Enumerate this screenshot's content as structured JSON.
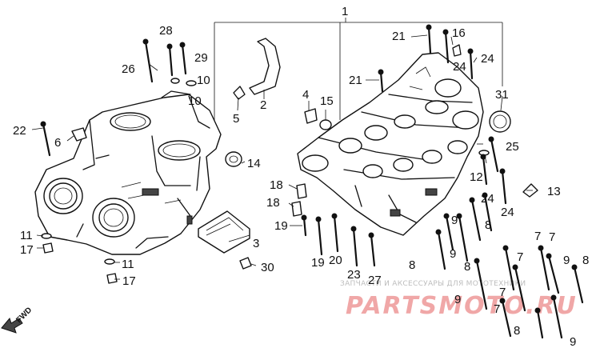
{
  "callouts": [
    {
      "id": "c1",
      "text": "1"
    },
    {
      "id": "c2",
      "text": "2"
    },
    {
      "id": "c3",
      "text": "3"
    },
    {
      "id": "c4",
      "text": "4"
    },
    {
      "id": "c5",
      "text": "5"
    },
    {
      "id": "c6",
      "text": "6"
    },
    {
      "id": "c7a",
      "text": "7"
    },
    {
      "id": "c7b",
      "text": "7"
    },
    {
      "id": "c7c",
      "text": "7"
    },
    {
      "id": "c7d",
      "text": "7"
    },
    {
      "id": "c7e",
      "text": "7"
    },
    {
      "id": "c8a",
      "text": "8"
    },
    {
      "id": "c8b",
      "text": "8"
    },
    {
      "id": "c8c",
      "text": "8"
    },
    {
      "id": "c8d",
      "text": "8"
    },
    {
      "id": "c8e",
      "text": "8"
    },
    {
      "id": "c9a",
      "text": "9"
    },
    {
      "id": "c9b",
      "text": "9"
    },
    {
      "id": "c9c",
      "text": "9"
    },
    {
      "id": "c9d",
      "text": "9"
    },
    {
      "id": "c9e",
      "text": "9"
    },
    {
      "id": "c10a",
      "text": "10"
    },
    {
      "id": "c10b",
      "text": "10"
    },
    {
      "id": "c11a",
      "text": "11"
    },
    {
      "id": "c11b",
      "text": "11"
    },
    {
      "id": "c12",
      "text": "12"
    },
    {
      "id": "c13",
      "text": "13"
    },
    {
      "id": "c14",
      "text": "14"
    },
    {
      "id": "c15",
      "text": "15"
    },
    {
      "id": "c16",
      "text": "16"
    },
    {
      "id": "c17a",
      "text": "17"
    },
    {
      "id": "c17b",
      "text": "17"
    },
    {
      "id": "c18a",
      "text": "18"
    },
    {
      "id": "c18b",
      "text": "18"
    },
    {
      "id": "c19a",
      "text": "19"
    },
    {
      "id": "c19b",
      "text": "19"
    },
    {
      "id": "c20",
      "text": "20"
    },
    {
      "id": "c21a",
      "text": "21"
    },
    {
      "id": "c21b",
      "text": "21"
    },
    {
      "id": "c22",
      "text": "22"
    },
    {
      "id": "c23",
      "text": "23"
    },
    {
      "id": "c24a",
      "text": "24"
    },
    {
      "id": "c24b",
      "text": "24"
    },
    {
      "id": "c24c",
      "text": "24"
    },
    {
      "id": "c24d",
      "text": "24"
    },
    {
      "id": "c25",
      "text": "25"
    },
    {
      "id": "c26",
      "text": "26"
    },
    {
      "id": "c27",
      "text": "27"
    },
    {
      "id": "c28",
      "text": "28"
    },
    {
      "id": "c29",
      "text": "29"
    },
    {
      "id": "c30",
      "text": "30"
    },
    {
      "id": "c31",
      "text": "31"
    }
  ],
  "direction_label": "FWD",
  "watermark": {
    "caption": "ЗАПЧАСТИ И АКСЕССУАРЫ ДЛЯ МОТОТЕХНИКИ",
    "logo": "PARTSMOTO.RU"
  }
}
